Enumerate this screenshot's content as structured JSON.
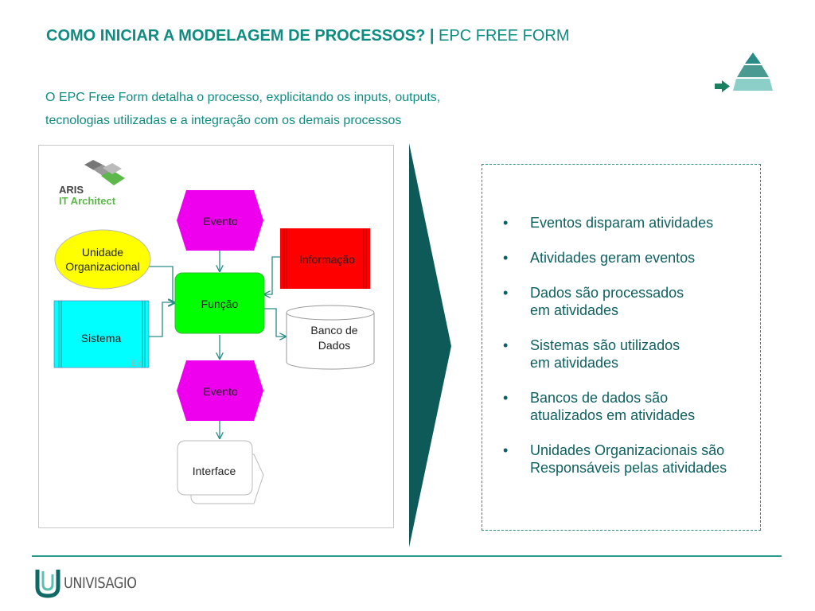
{
  "header": {
    "title_bold": "COMO INICIAR A MODELAGEM DE PROCESSOS? |",
    "title_rest": " EPC FREE FORM"
  },
  "intro": {
    "line1": "O EPC Free Form detalha o processo, explicitando os inputs, outputs,",
    "line2": "tecnologias utilizadas e a integração com os demais processos"
  },
  "diagram": {
    "aris_logo": {
      "line1": "ARIS",
      "line2": "IT Architect"
    },
    "nodes": {
      "evento_top": "Evento",
      "unidade": "Unidade\nOrganizacional",
      "informacao": "Informação",
      "funcao": "Função",
      "sistema": "Sistema",
      "sistema_mark": "Ex",
      "banco": "Banco de\nDados",
      "evento_bottom": "Evento",
      "interface": "Interface"
    },
    "colors": {
      "evento": "#ee00ee",
      "unidade": "#ffff00",
      "informacao": "#ff0000",
      "funcao": "#00ff00",
      "sistema": "#00ffff",
      "connector": "#2a8c86"
    }
  },
  "bullets": [
    "Eventos disparam atividades",
    "Atividades geram eventos",
    "Dados são processados\nem atividades",
    "Sistemas são utilizados\nem atividades",
    "Bancos de dados são\natualizados em atividades",
    "Unidades Organizacionais são\nResponsáveis pelas atividades"
  ],
  "footer": {
    "logo_text": "UNIVISAGIO"
  },
  "icons": {
    "pyramid": "pyramid-icon",
    "arrow": "arrow-right-icon",
    "logo": "univisagio-logo-icon"
  }
}
